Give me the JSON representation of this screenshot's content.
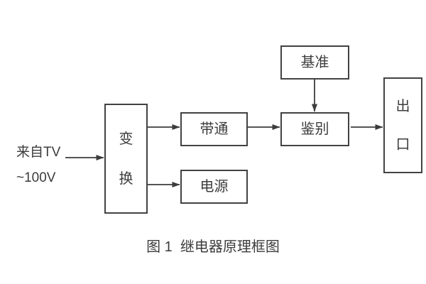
{
  "diagram": {
    "caption": "图 1  继电器原理框图",
    "source": {
      "line1": "来自TV",
      "line2": "~100V"
    },
    "nodes": {
      "transform": {
        "label": "变换",
        "chars": [
          "变",
          "换"
        ],
        "orientation": "vertical"
      },
      "bandpass": {
        "label": "带通",
        "orientation": "horizontal"
      },
      "power": {
        "label": "电源",
        "orientation": "horizontal"
      },
      "reference": {
        "label": "基准",
        "orientation": "horizontal"
      },
      "discriminator": {
        "label": "鉴别",
        "orientation": "horizontal"
      },
      "output": {
        "label": "出口",
        "chars": [
          "出",
          "口"
        ],
        "orientation": "vertical"
      }
    },
    "edges": [
      {
        "from": "source-input",
        "to": "transform"
      },
      {
        "from": "transform",
        "to": "bandpass"
      },
      {
        "from": "transform",
        "to": "power"
      },
      {
        "from": "bandpass",
        "to": "discriminator"
      },
      {
        "from": "reference",
        "to": "discriminator"
      },
      {
        "from": "discriminator",
        "to": "output"
      }
    ],
    "colors": {
      "line": "#3c3c3c",
      "text": "#3c3c3c",
      "background": "#ffffff"
    }
  }
}
